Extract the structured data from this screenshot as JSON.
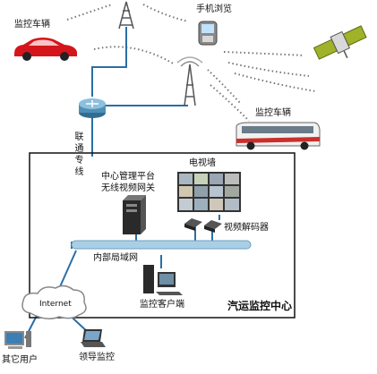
{
  "labels": {
    "car_top": "监控车辆",
    "phone": "手机浏览",
    "bus": "监控车辆",
    "leased_line": "联通专线",
    "platform_line1": "中心管理平台",
    "platform_line2": "无线视频网关",
    "tv_wall": "电视墙",
    "decoder": "视频解码器",
    "lan": "内部局域网",
    "client": "监控客户端",
    "center": "汽运监控中心",
    "internet": "Internet",
    "other_users": "其它用户",
    "leader": "领导监控"
  },
  "icons": {
    "car": "red-car-icon",
    "tower_top": "radio-tower-icon",
    "tower_mid": "radio-tower-icon",
    "phone": "mobile-phone-icon",
    "satellite": "satellite-icon",
    "router": "router-icon",
    "bus": "bus-icon",
    "server": "server-tower-icon",
    "tv_wall": "tv-wall-icon",
    "decoder": "video-decoder-icon",
    "workstation": "workstation-icon",
    "cloud": "internet-cloud-icon",
    "desktop": "desktop-computer-icon",
    "laptop": "laptop-icon"
  },
  "colors": {
    "car": "#d4161c",
    "bus": "#f1f1f1",
    "router": "#4f8fb5",
    "lan_bar": "#a9cfe6",
    "link": "#2b6ea6",
    "satellite": "#9fb22a",
    "tower": "#555555"
  }
}
